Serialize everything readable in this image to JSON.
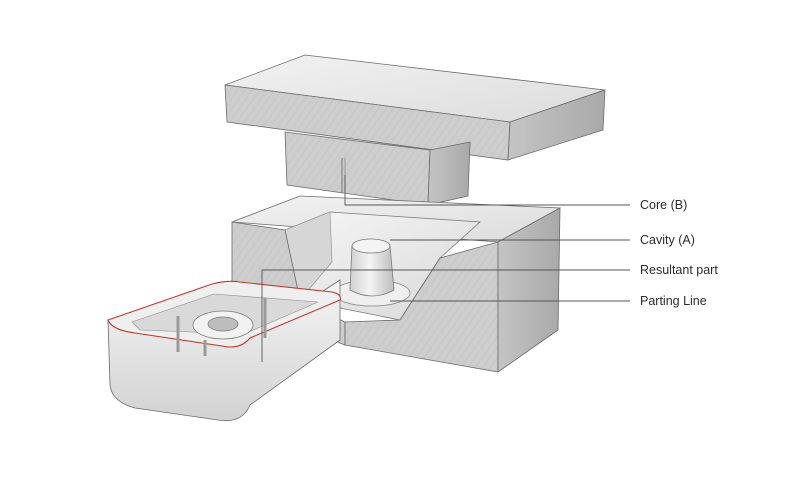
{
  "labels": {
    "core": "Core (B)",
    "cavity": "Cavity (A)",
    "resultant_part": "Resultant part",
    "parting_line": "Parting Line"
  },
  "colors": {
    "background": "#ffffff",
    "mold_face_light": "#e6e6e6",
    "mold_face_mid": "#cfcfcf",
    "mold_face_dark": "#b3b3b3",
    "outline": "#4a4a4a",
    "callout_line": "#555555",
    "parting_line_accent": "#d9534f"
  }
}
